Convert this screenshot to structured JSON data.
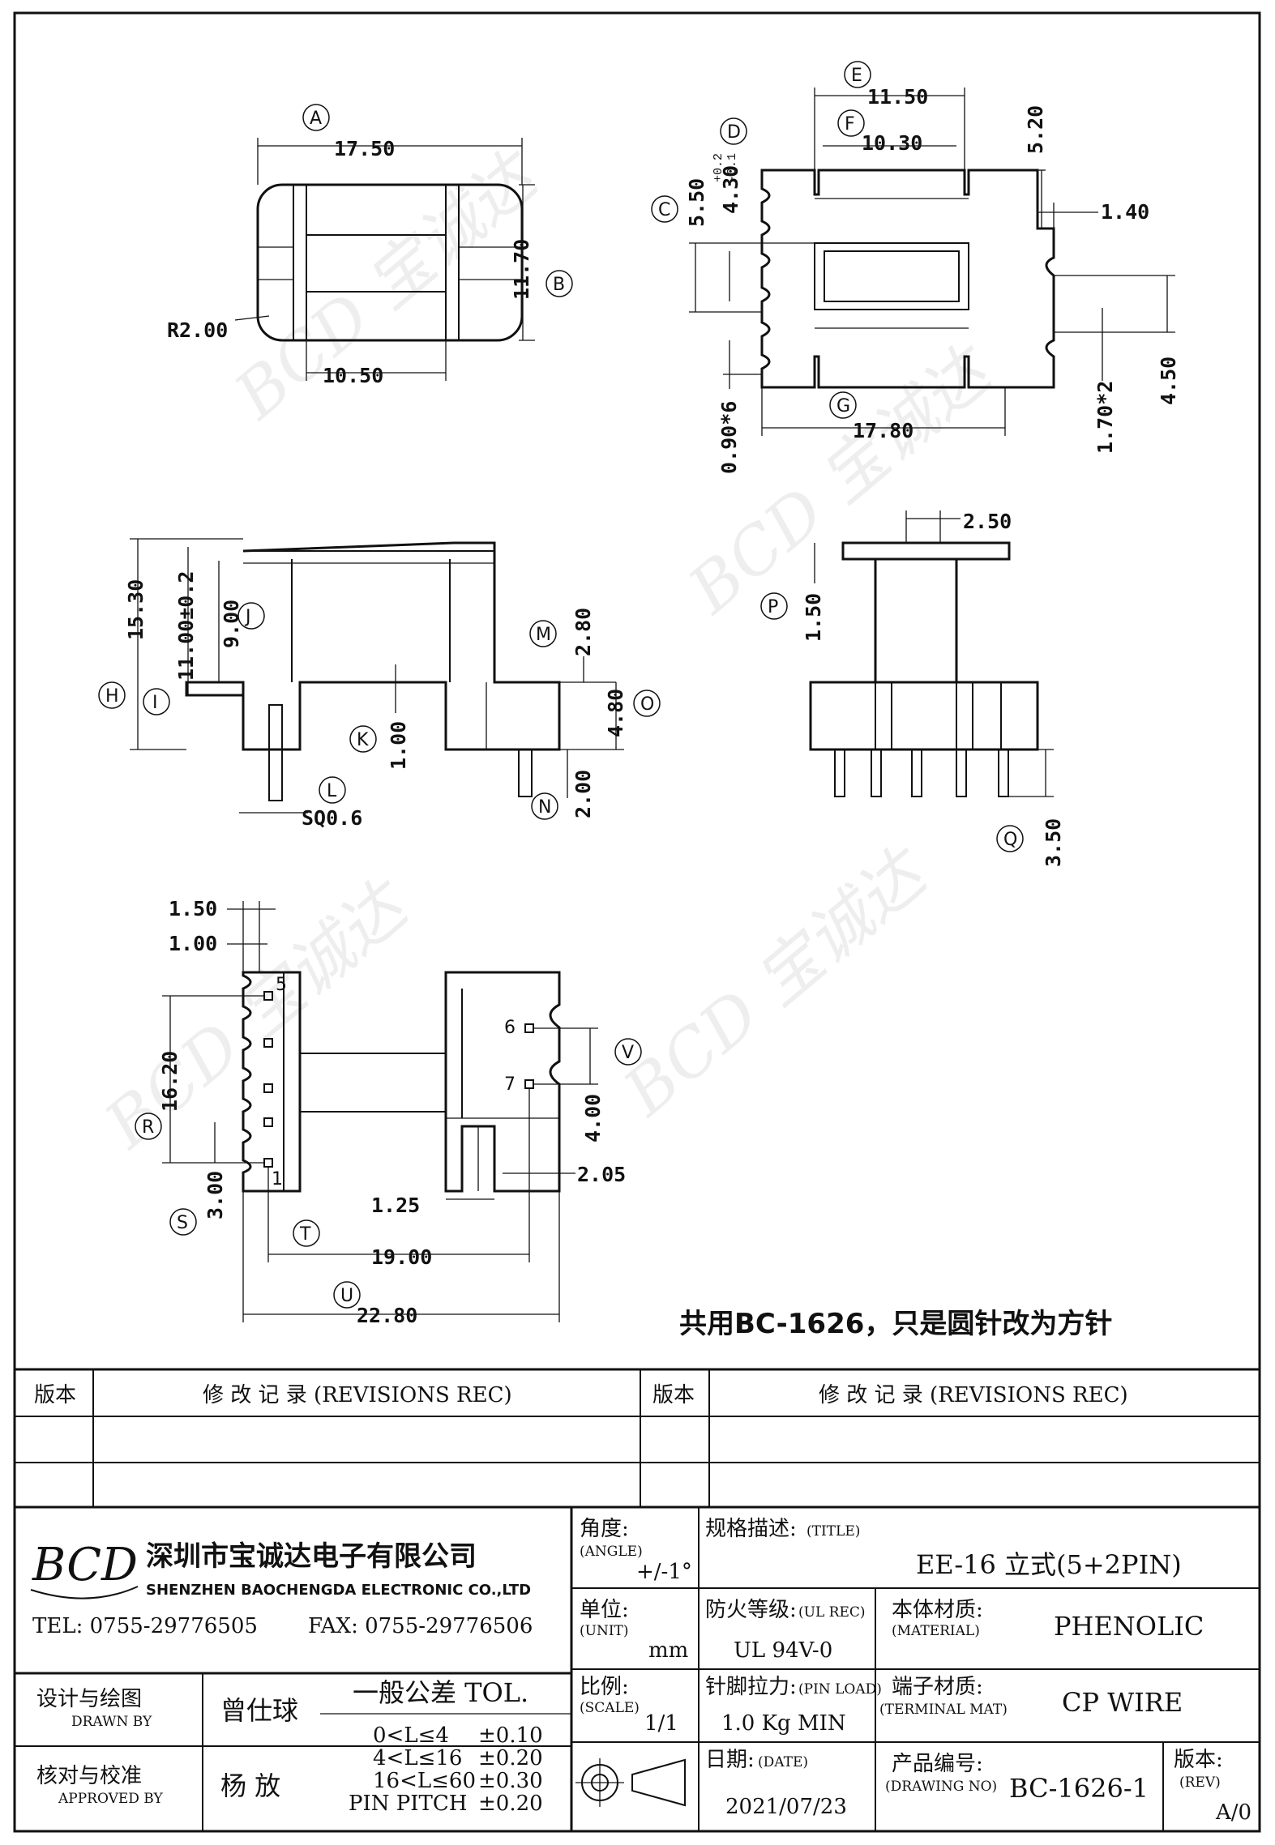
{
  "views": {
    "top": {
      "dim_A": "17.50",
      "dim_B": "11.70",
      "dim_bottom": "10.50",
      "radius": "R2.00",
      "label_A": "A",
      "label_B": "B"
    },
    "side_right": {
      "dim_E": "11.50",
      "dim_F": "10.30",
      "dim_C": "5.50",
      "dim_D": "4.30",
      "tol_D_plus": "+0.2",
      "tol_D_minus": "-0.1",
      "dim_520": "5.20",
      "dim_140": "1.40",
      "dim_450": "4.50",
      "dim_G": "17.80",
      "dim_090": "0.90*6",
      "dim_170": "1.70*2",
      "label_C": "C",
      "label_D": "D",
      "label_E": "E",
      "label_F": "F",
      "label_G": "G"
    },
    "front": {
      "dim_H": "15.30",
      "dim_I": "11.00±0.2",
      "dim_J": "9.00",
      "dim_M": "2.80",
      "dim_O": "4.80",
      "dim_K": "1.00",
      "dim_N": "2.00",
      "dim_L": "SQ0.6",
      "label_H": "H",
      "label_I": "I",
      "label_J": "J",
      "label_K": "K",
      "label_L": "L",
      "label_M": "M",
      "label_N": "N",
      "label_O": "O"
    },
    "end": {
      "dim_P": "1.50",
      "dim_top": "2.50",
      "dim_Q": "3.50",
      "label_P": "P",
      "label_Q": "Q"
    },
    "bottom": {
      "dim_150": "1.50",
      "dim_100": "1.00",
      "dim_R": "16.20",
      "dim_S": "3.00",
      "dim_125": "1.25",
      "dim_T": "19.00",
      "dim_U": "22.80",
      "dim_V": "4.00",
      "dim_205": "2.05",
      "pin5": "5",
      "pin1": "1",
      "pin6": "6",
      "pin7": "7",
      "label_R": "R",
      "label_S": "S",
      "label_T": "T",
      "label_U": "U",
      "label_V": "V"
    }
  },
  "note": "共用BC-1626，只是圆针改为方针",
  "revisions": {
    "col_version": "版本",
    "col_record": "修 改 记 录  (REVISIONS REC)"
  },
  "company": {
    "logo": "BCD",
    "name_cn": "深圳市宝诚达电子有限公司",
    "name_en": "SHENZHEN BAOCHENGDA ELECTRONIC CO.,LTD",
    "tel": "TEL: 0755-29776505",
    "fax": "FAX: 0755-29776506"
  },
  "title_block": {
    "angle_label": "角度:",
    "angle_en": "(ANGLE)",
    "angle_value": "+/-1°",
    "title_label": "规格描述:",
    "title_en": "(TITLE)",
    "title_value": "EE-16 立式(5+2PIN)",
    "unit_label": "单位:",
    "unit_en": "(UNIT)",
    "unit_value": "mm",
    "ul_label": "防火等级:",
    "ul_en": "(UL REC)",
    "ul_value": "UL 94V-0",
    "material_label": "本体材质:",
    "material_en": "(MATERIAL)",
    "material_value": "PHENOLIC",
    "drawn_label": "设计与绘图",
    "drawn_en": "DRAWN BY",
    "drawn_value": "曾仕球",
    "tol_label": "一般公差 TOL.",
    "tol_rows": [
      {
        "range": "0<L≤4",
        "value": "±0.10"
      },
      {
        "range": "4<L≤16",
        "value": "±0.20"
      },
      {
        "range": "16<L≤60",
        "value": "±0.30"
      },
      {
        "range": "PIN PITCH",
        "value": "±0.20"
      }
    ],
    "scale_label": "比例:",
    "scale_en": "(SCALE)",
    "scale_value": "1/1",
    "pin_label": "针脚拉力:",
    "pin_en": "(PIN LOAD)",
    "pin_value": "1.0 Kg MIN",
    "terminal_label": "端子材质:",
    "terminal_en": "(TERMINAL MAT)",
    "terminal_value": "CP WIRE",
    "approved_label": "核对与校准",
    "approved_en": "APPROVED BY",
    "approved_value": "杨  放",
    "date_label": "日期:",
    "date_en": "(DATE)",
    "date_value": "2021/07/23",
    "drawing_label": "产品编号:",
    "drawing_en": "(DRAWING NO)",
    "drawing_value": "BC-1626-1",
    "rev_label": "版本:",
    "rev_en": "(REV)",
    "rev_value": "A/0"
  }
}
